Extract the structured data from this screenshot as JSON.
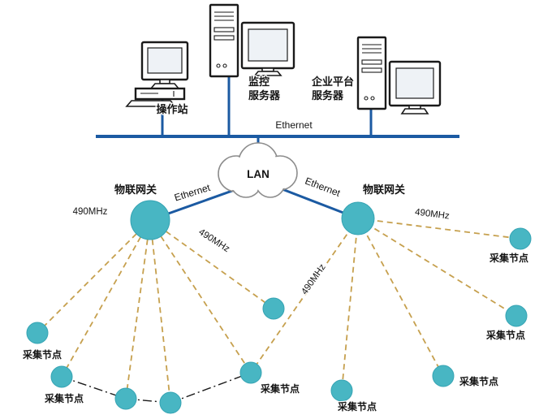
{
  "colors": {
    "background": "#ffffff",
    "ethernet_line": "#1b5aa2",
    "device_outline": "#1a1a1a",
    "node_fill": "#48b6c3",
    "node_edge": "#35a3b3",
    "radio_link": "#c6a04e",
    "mesh_link": "#1a1a1a",
    "cloud_outline": "#8c8c8c",
    "label_text": "#141414"
  },
  "devices": {
    "operator_station": {
      "label": "操作站"
    },
    "monitoring_server": {
      "label_lines": [
        "监控",
        "服务器"
      ]
    },
    "enterprise_server": {
      "label_lines": [
        "企业平台",
        "服务器"
      ]
    }
  },
  "ethernet": {
    "bus_label": "Ethernet",
    "left_link_label": "Ethernet",
    "right_link_label": "Ethernet"
  },
  "cloud": {
    "label": "LAN"
  },
  "gateways": {
    "left": {
      "label": "物联网关"
    },
    "right": {
      "label": "物联网关"
    }
  },
  "radio_labels": {
    "left_gateway_side": "490MHz",
    "left_to_center_link": "490MHz",
    "right_to_upper_right_link": "490MHz",
    "right_to_center_bottom_link": "490MHz"
  },
  "sensor_labels": {
    "far_left": "采集节点",
    "lower_left": "采集节点",
    "center_bottom": "采集节点",
    "bottom_right": "采集节点",
    "mid_right": "采集节点",
    "right": "采集节点",
    "upper_right": "采集节点"
  }
}
